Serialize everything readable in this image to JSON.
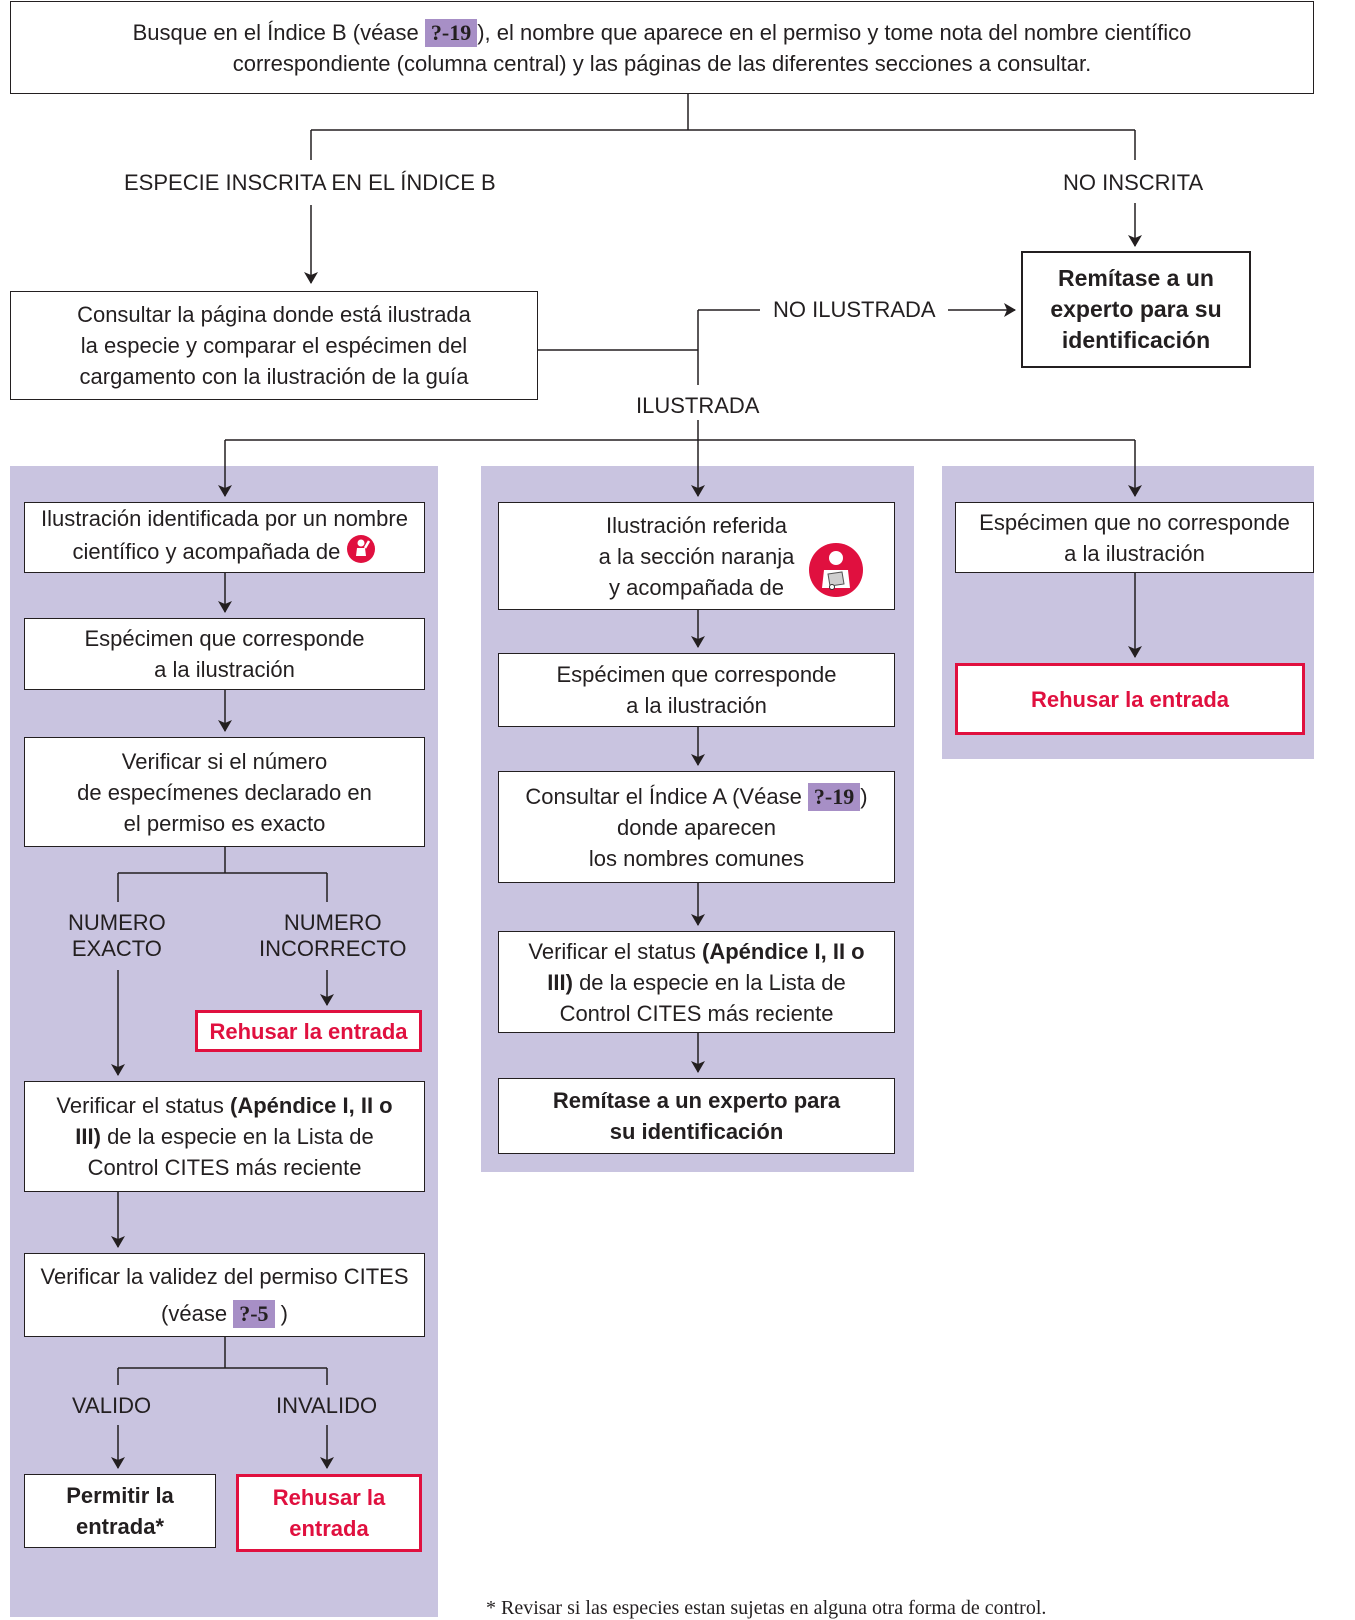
{
  "top_box": {
    "pre": "Busque en el Índice B (véase ",
    "ref": "?-19",
    "post": "), el nombre que aparece en el permiso y tome nota del nombre científico",
    "line2": "correspondiente (columna central) y las páginas de las diferentes secciones a consultar."
  },
  "labels": {
    "inscrita": "ESPECIE INSCRITA EN EL ÍNDICE B",
    "no_inscrita": "NO INSCRITA",
    "no_ilustrada": "NO ILUSTRADA",
    "ilustrada": "ILUSTRADA",
    "numero_exacto": [
      "NUMERO",
      "EXACTO"
    ],
    "numero_incorrecto": [
      "NUMERO",
      "INCORRECTO"
    ],
    "valido": "VALIDO",
    "invalido": "INVALIDO"
  },
  "consult_box": [
    "Consultar la página donde está ilustrada",
    "la especie y comparar el espécimen del",
    "cargamento con la ilustración de la guía"
  ],
  "expert_top": [
    "Remítase a un",
    "experto para su",
    "identificación"
  ],
  "left": {
    "b1": [
      "Ilustración identificada por un nombre",
      "científico y acompañada de"
    ],
    "b2": [
      "Espécimen que corresponde",
      "a la ilustración"
    ],
    "b3": [
      "Verificar si el número",
      "de especímenes declarado en",
      "el permiso es exacto"
    ],
    "refuse1": "Rehusar la entrada",
    "b4": {
      "pre": "Verificar el status ",
      "bold1": "(Apéndice I, II o",
      "bold2": "III)",
      "post": " de la especie en la Lista de",
      "line3": "Control CITES más reciente"
    },
    "b5": {
      "line1": "Verificar la validez del permiso CITES",
      "pre": "(véase ",
      "ref": "?-5",
      "post": " )"
    },
    "permit": [
      "Permitir la",
      "entrada*"
    ],
    "refuse2": [
      "Rehusar la",
      "entrada"
    ]
  },
  "middle": {
    "b1": [
      "Ilustración referida",
      "a la sección naranja",
      "y acompañada de"
    ],
    "b2": [
      "Espécimen que corresponde",
      "a la ilustración"
    ],
    "b3": {
      "pre": "Consultar el Índice A (Véase ",
      "ref": "?-19",
      "post": ")",
      "line2": "donde aparecen",
      "line3": "los nombres comunes"
    },
    "b4": {
      "line1pre": "Verificar el status ",
      "bold1": "(Apéndice I, II o",
      "bold2": "III)",
      "post": " de la especie en la Lista de",
      "line3": "Control CITES más reciente"
    },
    "b5": [
      "Remítase a un experto para",
      "su identificación"
    ]
  },
  "right": {
    "b1": [
      "Espécimen que no corresponde",
      "a la ilustración"
    ],
    "refuse": "Rehusar la entrada"
  },
  "footnote": "* Revisar si las especies estan sujetas en alguna otra forma de control.",
  "colors": {
    "panel": "#c9c4e0",
    "refuse": "#e0103f",
    "tag": "#a78fc6",
    "icon": "#e0103f"
  },
  "icons": {
    "left": "person-raised-hand-icon",
    "middle": "person-with-book-icon"
  }
}
